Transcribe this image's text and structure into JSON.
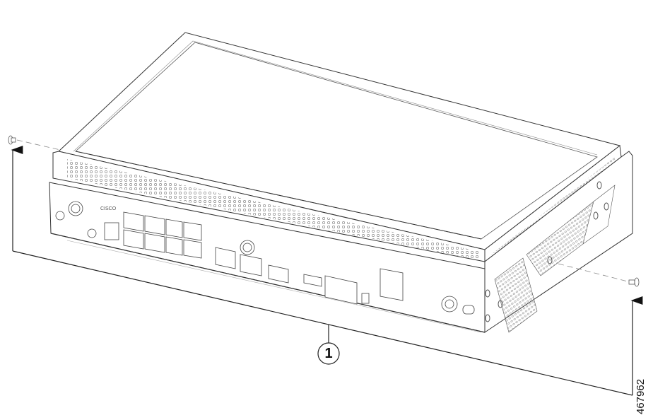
{
  "figure": {
    "type": "hardware installation line drawing",
    "subject": "Cisco router chassis with rack screws",
    "brand_logo": "CISCO",
    "figure_id": "467962",
    "colors": {
      "line": "#3a3a3a",
      "light_line": "#9a9a9a",
      "background": "#ffffff"
    }
  },
  "callouts": [
    {
      "number": "1",
      "label": "1",
      "target": "screws"
    }
  ]
}
